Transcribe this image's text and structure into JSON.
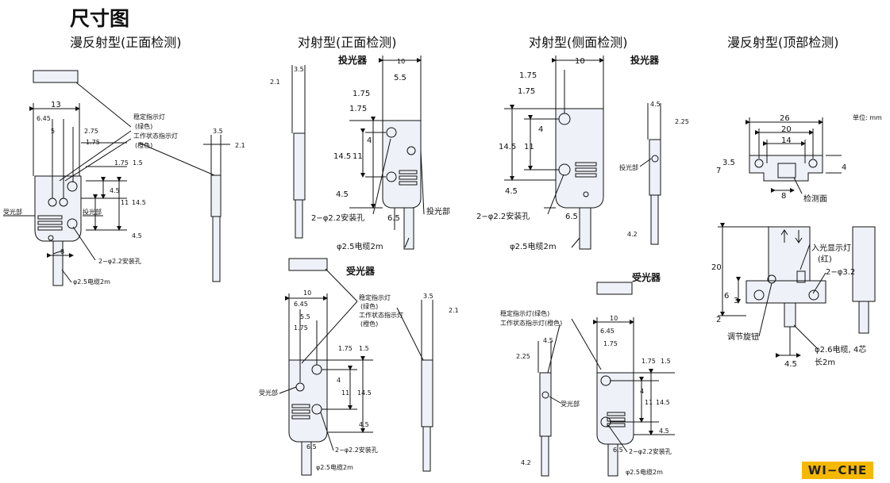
{
  "page_title": "尺寸图",
  "sections": [
    {
      "title": "漫反射型(正面检测)"
    },
    {
      "title": "对射型(正面检测)"
    },
    {
      "title": "对射型(侧面检测)"
    },
    {
      "title": "漫反射型(顶部检测)"
    }
  ],
  "labels": {
    "emitter": "投光器",
    "receiver": "受光器",
    "receiver_part": "受光部",
    "emitter_part": "投光部",
    "stable_led": "稳定指示灯",
    "green": "(绿色)",
    "work_led": "工作状态指示灯",
    "orange": "(橙色)",
    "stable_led_green": "稳定指示灯(绿色)",
    "work_led_orange": "工作状态指示灯(橙色)",
    "mount_holes": "2−φ2.2安装孔",
    "cable": "φ2.5电缆2m",
    "unit": "单位: mm",
    "detect_face": "检测面",
    "light_in_led": "入光显示灯",
    "red": "(红)",
    "holes_32": "2−φ3.2",
    "adjust_knob": "调节旋钮",
    "cable_26": "φ2.6电缆, 4芯",
    "length_2m": "长2m"
  },
  "dims": {
    "d13": "13",
    "d645": "6.45",
    "d5": "5",
    "d275": "2.75",
    "d175": "1.75",
    "d15": "1.5",
    "d45": "4.5",
    "d11": "11",
    "d145": "14.5",
    "d8": "8",
    "d35": "3.5",
    "d21": "2.1",
    "d10": "10",
    "d55": "5.5",
    "d4": "4",
    "d65": "6.5",
    "d225": "2.25",
    "d42": "4.2",
    "d26": "26",
    "d20": "20",
    "d14": "14",
    "d7": "7",
    "d6": "6",
    "d3": "3",
    "d2": "2"
  },
  "brand": {
    "text": "WI−CHE",
    "color": "#f5b800"
  }
}
